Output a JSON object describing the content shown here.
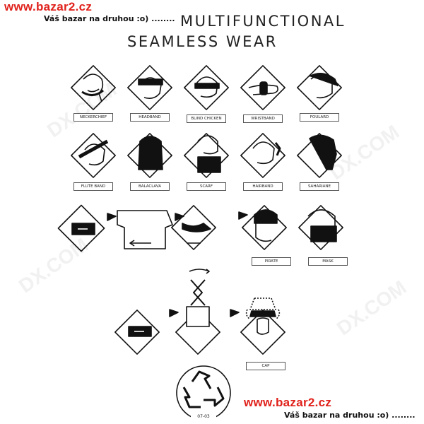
{
  "branding": {
    "site_top": "www.bazar2.cz",
    "tagline_top": "Váš bazar na druhou :o) ........",
    "site_bottom": "www.bazar2.cz",
    "tagline_bottom": "Váš bazar na druhou :o) ........"
  },
  "title": {
    "line1": "MULTIFUNCTIONAL",
    "line2": "SEAMLESS WEAR"
  },
  "styles": {
    "row1": [
      "NECKERCHIEF",
      "HEADBAND",
      "BLIND CHICKEN",
      "WRISTBAND",
      "FOULARD"
    ],
    "row2": [
      "FLUTE BAND",
      "BALACLAVA",
      "SCARF",
      "HAIRBAND",
      "SAHARIANE"
    ],
    "row3": [
      "PIRATE",
      "MASK"
    ],
    "row4": [
      "CAP"
    ]
  },
  "recycle_code": "07-03",
  "colors": {
    "brand_red": "#e0211b",
    "ink": "#111111"
  }
}
